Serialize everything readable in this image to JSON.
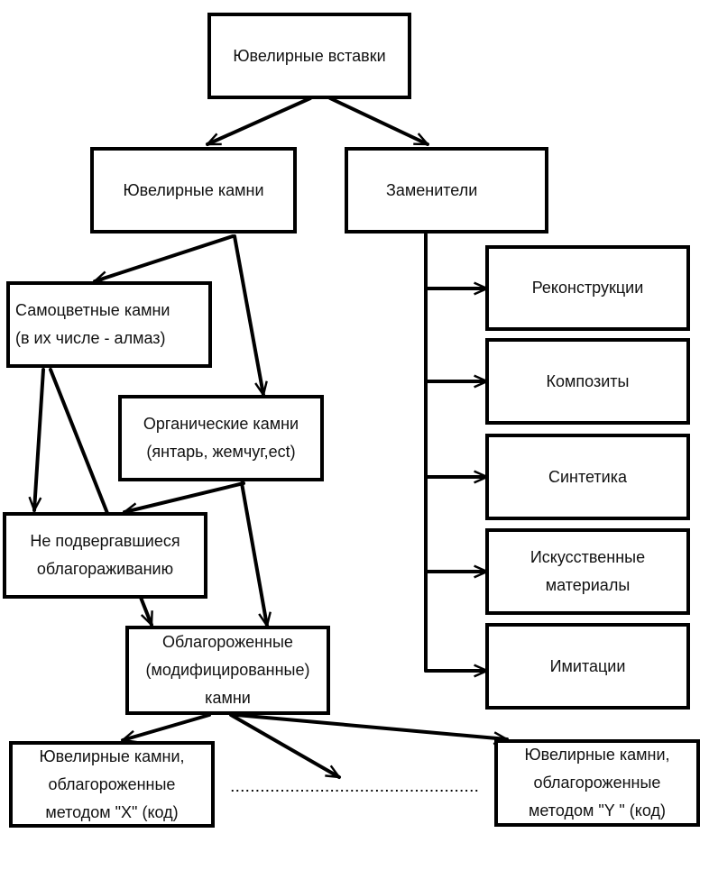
{
  "nodes": {
    "root": [
      "Ювелирные вставки"
    ],
    "gems": [
      "Ювелирные камни"
    ],
    "substitutes": [
      "Заменители"
    ],
    "precious": [
      "Самоцветные камни",
      "(в их числе - алмаз)"
    ],
    "organic": [
      "Органические камни",
      "(янтарь, жемчуг,ect)"
    ],
    "untreated": [
      "Не подвергавшиеся",
      "облагораживанию"
    ],
    "treated": [
      "Облагороженные",
      "(модифицированные)",
      "камни"
    ],
    "method_x": [
      "Ювелирные камни,",
      "облагороженные",
      "методом \"X\" (код)"
    ],
    "method_y": [
      "Ювелирные камни,",
      "облагороженные",
      "методом \"Y \" (код)"
    ],
    "reconstructions": [
      "Реконструкции"
    ],
    "composites": [
      "Композиты"
    ],
    "synthetics": [
      "Синтетика"
    ],
    "artificial": [
      "Искусственные",
      "материалы"
    ],
    "imitations": [
      "Имитации"
    ]
  },
  "ellipsis": "..................................................",
  "colors": {
    "stroke": "#000000",
    "background": "#ffffff",
    "text": "#111111"
  }
}
